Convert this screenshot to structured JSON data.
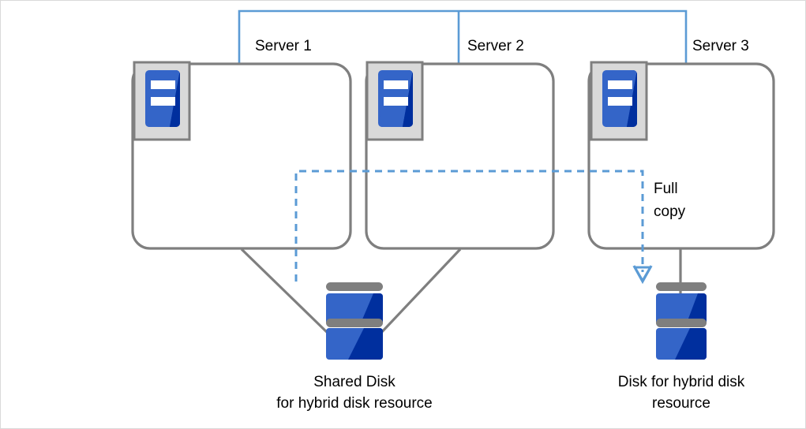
{
  "diagram": {
    "title_text": "",
    "colors": {
      "box_border": "#7f7f7f",
      "cluster_line": "#5b9bd5",
      "dashed_arrow": "#5b9bd5",
      "icon_blue_light": "#3465c8",
      "icon_blue_dark": "#002f9e",
      "icon_frame_gray": "#7f7f7f",
      "icon_frame_fill": "#d9d9d9",
      "disk_band_gray": "#7f7f7f",
      "connector_gray": "#7f7f7f",
      "canvas_border": "#d9d9d9",
      "text": "#000000"
    },
    "servers": [
      {
        "id": "server-1",
        "label": "Server 1"
      },
      {
        "id": "server-2",
        "label": "Server 2"
      },
      {
        "id": "server-3",
        "label": "Server 3"
      }
    ],
    "annotations": {
      "full_copy_line1": "Full",
      "full_copy_line2": "copy"
    },
    "disks": [
      {
        "id": "shared-disk",
        "caption_line1": "Shared Disk",
        "caption_line2": "for hybrid disk resource"
      },
      {
        "id": "hybrid-disk",
        "caption_line1": "Disk for hybrid disk",
        "caption_line2": "resource"
      }
    ],
    "icons": {
      "server_icon_name": "server-icon",
      "disk_icon_name": "disk-stack-icon",
      "arrow_icon_name": "arrow-down-icon"
    }
  }
}
